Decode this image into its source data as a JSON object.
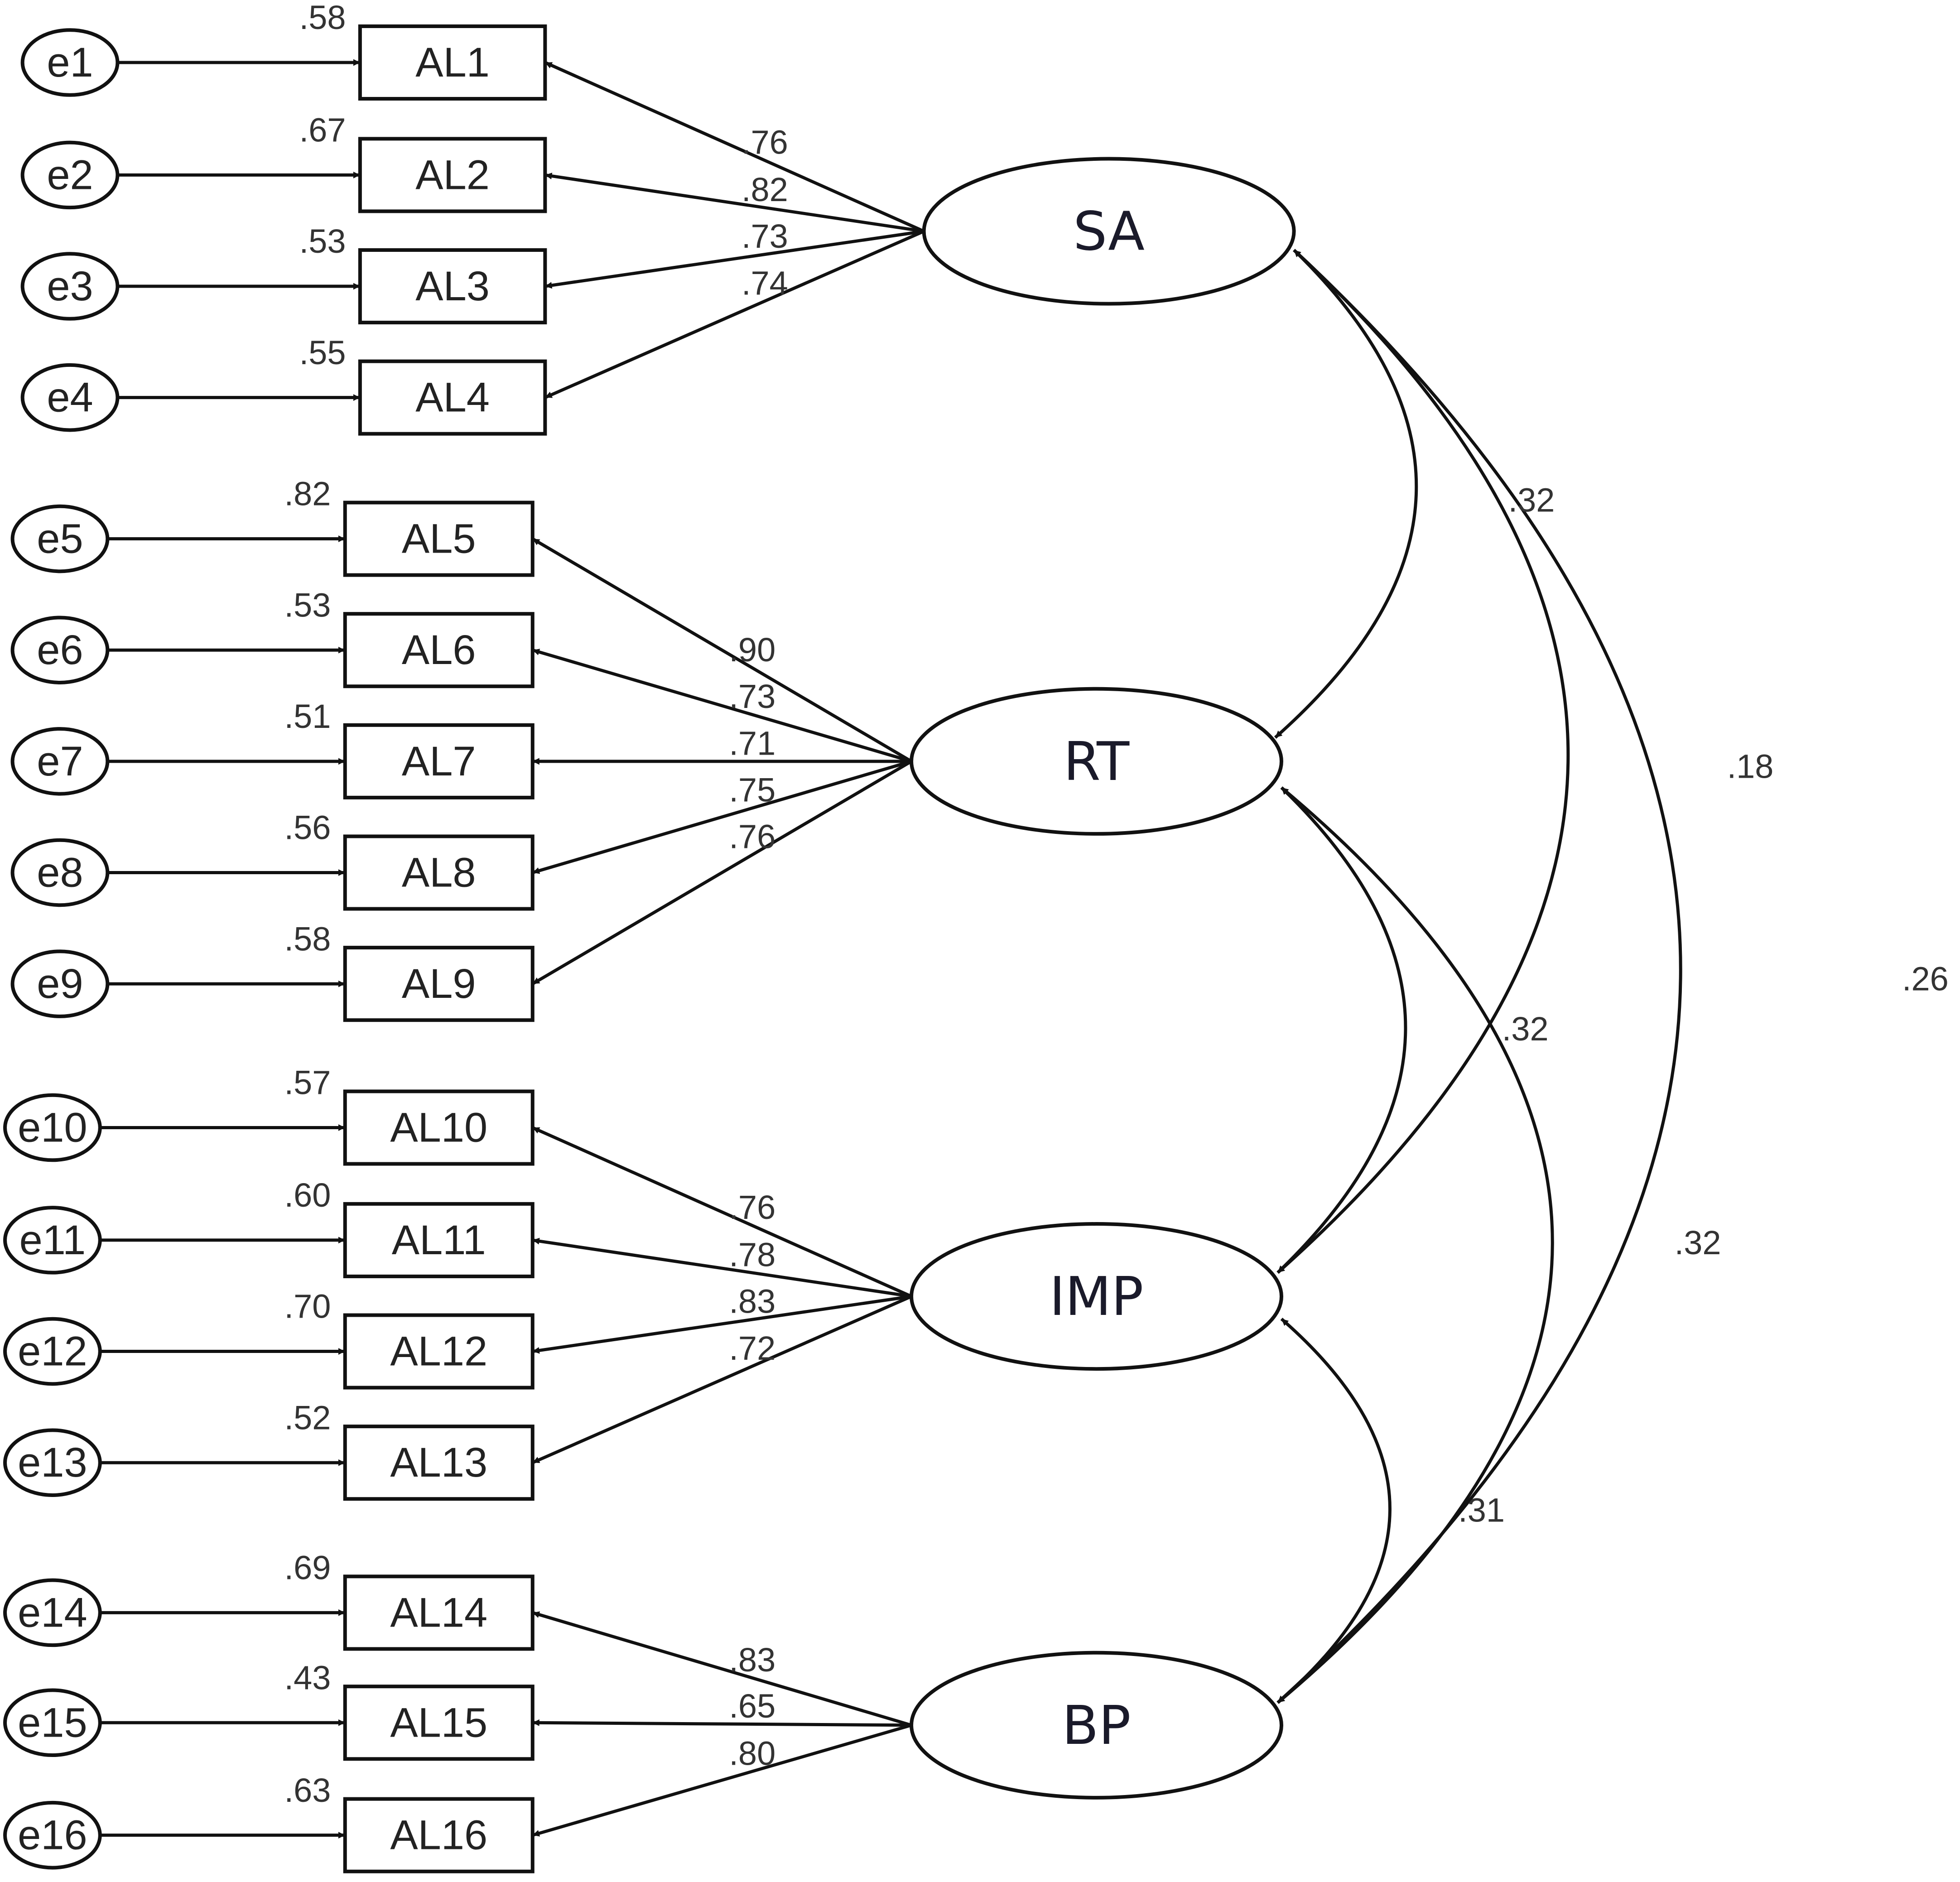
{
  "errors": [
    "e1",
    "e2",
    "e3",
    "e4",
    "e5",
    "e6",
    "e7",
    "e8",
    "e9",
    "e10",
    "e11",
    "e12",
    "e13",
    "e14",
    "e15",
    "e16"
  ],
  "indicators": [
    "AL1",
    "AL2",
    "AL3",
    "AL4",
    "AL5",
    "AL6",
    "AL7",
    "AL8",
    "AL9",
    "AL10",
    "AL11",
    "AL12",
    "AL13",
    "AL14",
    "AL15",
    "AL16"
  ],
  "r_squared": [
    ".58",
    ".67",
    ".53",
    ".55",
    ".82",
    ".53",
    ".51",
    ".56",
    ".58",
    ".57",
    ".60",
    ".70",
    ".52",
    ".69",
    ".43",
    ".63"
  ],
  "factors": [
    {
      "name": "SA",
      "indicators": [
        0,
        1,
        2,
        3
      ],
      "loadings": [
        ".76",
        ".82",
        ".73",
        ".74"
      ]
    },
    {
      "name": "RT",
      "indicators": [
        4,
        5,
        6,
        7,
        8
      ],
      "loadings": [
        ".90",
        ".73",
        ".71",
        ".75",
        ".76"
      ]
    },
    {
      "name": "IMP",
      "indicators": [
        9,
        10,
        11,
        12
      ],
      "loadings": [
        ".76",
        ".78",
        ".83",
        ".72"
      ]
    },
    {
      "name": "BP",
      "indicators": [
        13,
        14,
        15
      ],
      "loadings": [
        ".83",
        ".65",
        ".80"
      ]
    }
  ],
  "correlations": [
    {
      "from": "SA",
      "to": "RT",
      "value": ".32"
    },
    {
      "from": "SA",
      "to": "IMP",
      "value": ".18"
    },
    {
      "from": "SA",
      "to": "BP",
      "value": ".26"
    },
    {
      "from": "RT",
      "to": "IMP",
      "value": ".32"
    },
    {
      "from": "RT",
      "to": "BP",
      "value": ".32"
    },
    {
      "from": "IMP",
      "to": "BP",
      "value": ".31"
    }
  ]
}
